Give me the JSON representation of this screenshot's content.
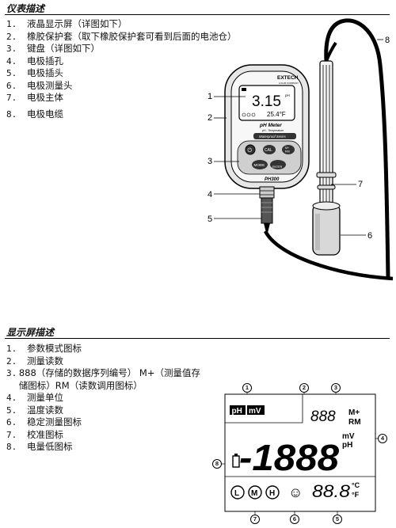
{
  "sections": {
    "meter_title": "仪表描述",
    "display_title": "显示屏描述"
  },
  "meter_items": [
    {
      "num": "1.",
      "text": "液晶显示屏（详图如下）"
    },
    {
      "num": "2.",
      "text": "橡胶保护套（取下橡胶保护套可看到后面的电池仓）"
    },
    {
      "num": "3.",
      "text": "键盘（详图如下）"
    },
    {
      "num": "4.",
      "text": "电极插孔"
    },
    {
      "num": "5.",
      "text": "电极插头"
    },
    {
      "num": "6.",
      "text": "电极测量头"
    },
    {
      "num": "7.",
      "text": "电极主体"
    },
    {
      "num": "8.",
      "text": "电极电缆"
    }
  ],
  "display_items": [
    {
      "num": "1.",
      "text": "参数模式图标"
    },
    {
      "num": "2.",
      "text": "测量读数"
    },
    {
      "num": "3.",
      "text": "888（存储的数据序列编号） M+（测量值存储图标）RM（读数调用图标）"
    },
    {
      "num": "4.",
      "text": "测量单位"
    },
    {
      "num": "5.",
      "text": "温度读数"
    },
    {
      "num": "6.",
      "text": "稳定测量图标"
    },
    {
      "num": "7.",
      "text": "校准图标"
    },
    {
      "num": "8.",
      "text": "电量低图标"
    }
  ],
  "meter_callouts": [
    "1",
    "2",
    "3",
    "4",
    "5",
    "6",
    "7",
    "8"
  ],
  "device": {
    "brand": "EXTECH",
    "brand_sub": "A FLIR COMPANY",
    "reading": "3.15",
    "reading_unit": "pH",
    "temp_reading": "25.4°F",
    "label_line1": "pH Meter",
    "label_line2": "pH - Temperature",
    "band_label": "Waterproof Series",
    "btn_power": "⏻",
    "btn_cal": "CAL",
    "btn_mr_top": "M+",
    "btn_mr_bottom": "RM",
    "btn_mode": "MODE",
    "btn_enter": "ENTER",
    "model": "PH300"
  },
  "lcd": {
    "mode_ph": "pH",
    "mode_mv": "mV",
    "seq_digits": "888",
    "m_plus": "M+",
    "rm": "RM",
    "main_digits": "-1888",
    "unit_mv": "mV",
    "unit_ph": "pH",
    "cal_l": "L",
    "cal_m": "M",
    "cal_h": "H",
    "stable_icon": "☺",
    "temp_digits": "88.8",
    "unit_c": "°C",
    "unit_f": "°F",
    "callouts": [
      "1",
      "2",
      "3",
      "4",
      "5",
      "6",
      "7",
      "8"
    ]
  },
  "colors": {
    "ink": "#000000",
    "device_body": "#f2f2f2",
    "lcd_bg": "#ffffff"
  }
}
